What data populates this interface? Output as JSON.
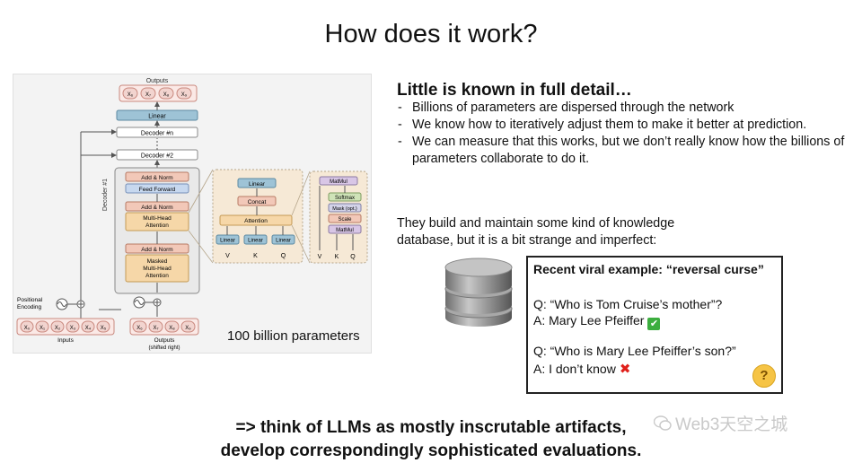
{
  "slide": {
    "title": "How does it work?"
  },
  "diagram": {
    "outputs_top": "Outputs",
    "output_tokens": [
      "X₆",
      "X₇",
      "X₈",
      "X₉"
    ],
    "linear": "Linear",
    "decoder_n": "Decoder #n",
    "decoder_2": "Decoder #2",
    "decoder_1": "Decoder #1",
    "add_norm": "Add & Norm",
    "feed_forward": "Feed Forward",
    "mha_line1": "Multi-Head",
    "mha_line2": "Attention",
    "masked_line1": "Masked",
    "masked_line2": "Multi-Head",
    "masked_line3": "Attention",
    "positional_line1": "Positional",
    "positional_line2": "Encoding",
    "input_tokens": [
      "X₀",
      "X₁",
      "X₂",
      "X₃",
      "X₄",
      "X₅"
    ],
    "inputs_label": "Inputs",
    "shifted_tokens": [
      "X₆",
      "X₇",
      "X₈",
      "X₉"
    ],
    "outputs_bottom_line1": "Outputs",
    "outputs_bottom_line2": "(shifted right)",
    "zoom1": {
      "linear_top": "Linear",
      "concat": "Concat",
      "attention": "Attention",
      "linear_small": "Linear",
      "v": "V",
      "k": "K",
      "q": "Q"
    },
    "zoom2": {
      "matmul_top": "MatMul",
      "softmax": "Softmax",
      "mask": "Mask (opt.)",
      "scale": "Scale",
      "matmul_bottom": "MatMul",
      "v": "V",
      "k": "K",
      "q": "Q"
    },
    "param_label": "100 billion parameters"
  },
  "right": {
    "heading": "Little is known in full detail…",
    "bullets": [
      "Billions of parameters are dispersed through the network",
      "We know how to iteratively adjust them to make it better at prediction.",
      "We can measure that this works, but we don’t really know how the billions of parameters collaborate to do it."
    ],
    "kb_text": "They build and maintain some kind of knowledge database, but it is a bit strange and imperfect:"
  },
  "example": {
    "title": "Recent viral example: “reversal curse”",
    "q1": "Q: “Who is Tom Cruise’s mother”?",
    "a1": "A: Mary Lee Pfeiffer",
    "a1_mark": "✔",
    "q2": "Q: “Who is Mary Lee Pfeiffer’s son?”",
    "a2": "A: I don’t know",
    "a2_mark": "✖",
    "emoji": "?"
  },
  "conclusion": {
    "line1": "=> think of LLMs as mostly inscrutable artifacts,",
    "line2": "develop correspondingly sophisticated evaluations."
  },
  "watermark": {
    "text": "Web3天空之城"
  },
  "colors": {
    "token_fill": "#f2d4cf",
    "token_stroke": "#c9897f",
    "linear_fill": "#9ec3d6",
    "addnorm_fill": "#f2c8b8",
    "ffn_fill": "#c7d8ef",
    "attn_fill": "#f6d7a8",
    "softmax_fill": "#cfe3b8",
    "mask_fill": "#d3d3e8",
    "zoom_bg": "#f6e9d6"
  }
}
